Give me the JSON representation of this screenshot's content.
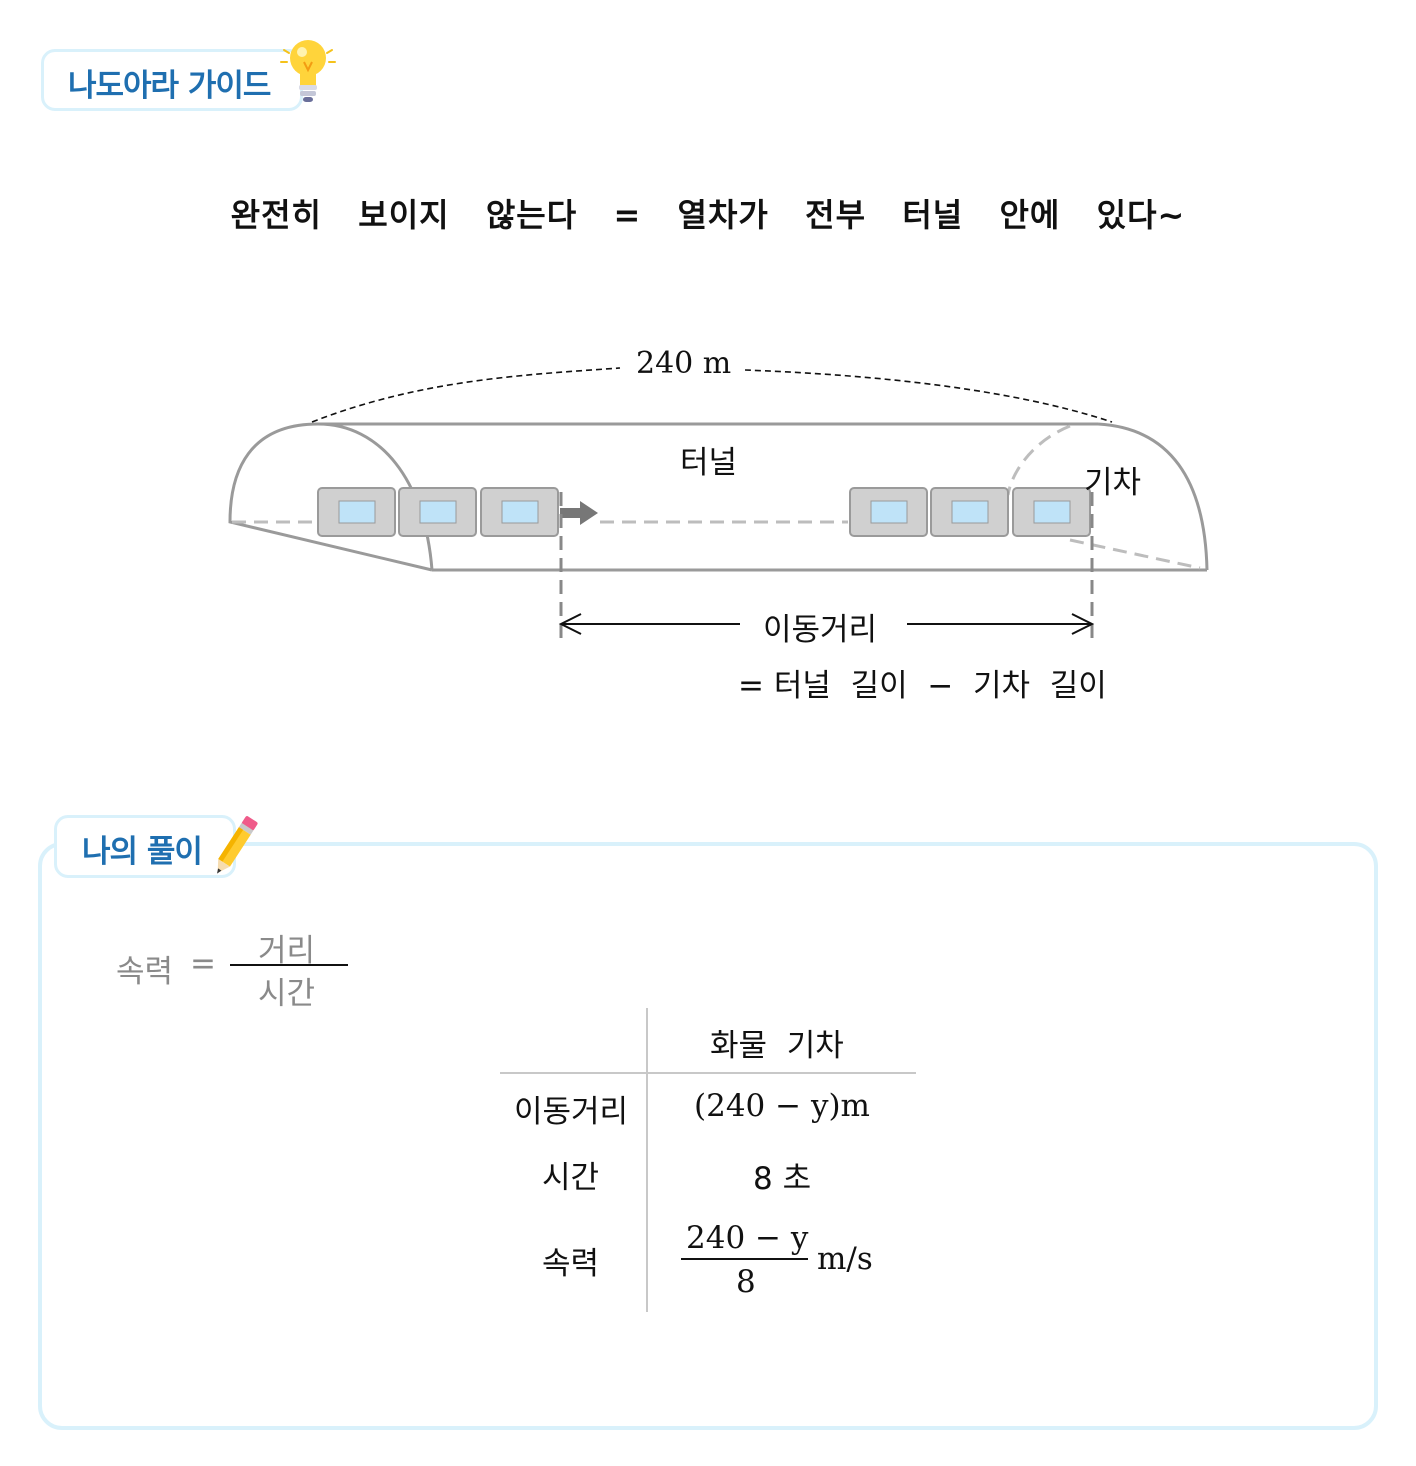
{
  "guide": {
    "label": "나도아라 가이드"
  },
  "headline": "완전히  보이지  않는다  =  열차가  전부  터널  안에  있다~",
  "diagram": {
    "length_label": "240 m",
    "tunnel_label": "터널",
    "train_label": "기차",
    "distance_label": "이동거리",
    "formula": "= 터널  길이  −  기차  길이"
  },
  "solution": {
    "label": "나의 풀이",
    "speed_formula": {
      "lhs": "속력",
      "eq": "=",
      "numerator": "거리",
      "denominator": "시간"
    },
    "table": {
      "column_header": "화물  기차",
      "rows": [
        {
          "label": "이동거리",
          "value": "(240 − y)m"
        },
        {
          "label": "시간",
          "value": "8 초"
        },
        {
          "label": "속력",
          "numerator": "240 − y",
          "denominator": "8",
          "unit": "m/s"
        }
      ]
    }
  },
  "colors": {
    "accent": "#1f6fb0",
    "badge_border": "#d9f1fb",
    "car_fill": "#d0d0d0",
    "window_fill": "#bfe3f8",
    "tunnel_stroke": "#9a9a9a"
  }
}
